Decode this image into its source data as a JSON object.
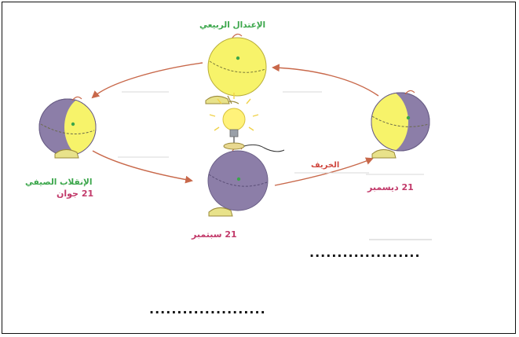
{
  "labels": {
    "spring_equinox": "الإعتدال الربيعي",
    "summer_solstice": "الإنقلاب الصيفي",
    "summer_date": "21 جوان",
    "september_date": "21 سبتمبر",
    "december_date": "21 ديسمبر",
    "autumn": "الخريف"
  },
  "answer_blanks": {
    "blank_1": "....................",
    "blank_2": "....................."
  },
  "colors": {
    "earth_lit": "#f7f36a",
    "earth_dark": "#8c7ea8",
    "orbit_arrow": "#c8684a",
    "title_green": "#3aa64a",
    "date_pink": "#c23a6a"
  }
}
